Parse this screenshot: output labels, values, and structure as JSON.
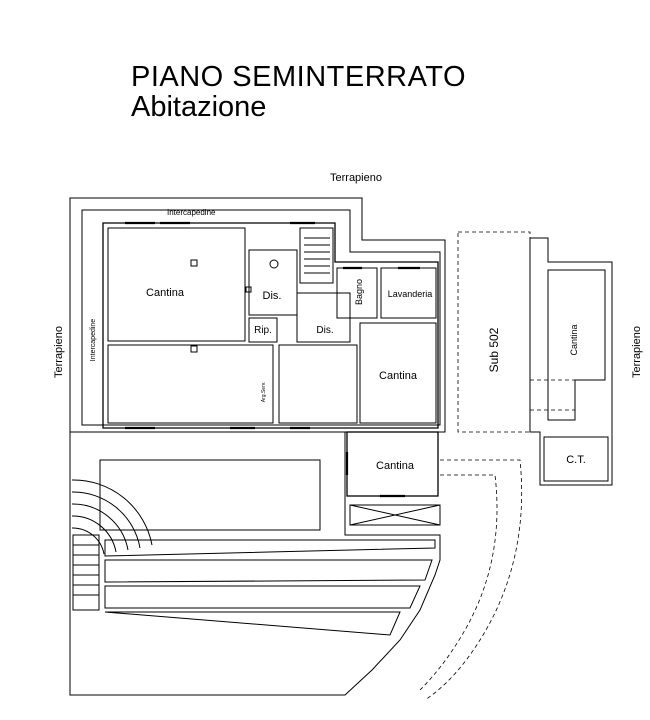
{
  "header": {
    "title": "PIANO SEMINTERRATO",
    "subtitle": "Abitazione"
  },
  "plan": {
    "external_labels": {
      "top": "Terrapieno",
      "left": "Terrapieno",
      "right": "Terrapieno"
    },
    "room_labels": {
      "intercapedine_top": "Intercapedine",
      "intercapedine_left": "Intercapedine",
      "cantina_main": "Cantina",
      "dis_upper": "Dis.",
      "bagno": "Bagno",
      "lavanderia": "Lavanderia",
      "rip": "Rip.",
      "dis_lower": "Dis.",
      "cantina_right": "Cantina",
      "sub": "Sub 502",
      "cantina_far_right": "Cantina",
      "cantina_lower": "Cantina",
      "ct": "C.T.",
      "small_note": "Arg.Serv."
    }
  }
}
